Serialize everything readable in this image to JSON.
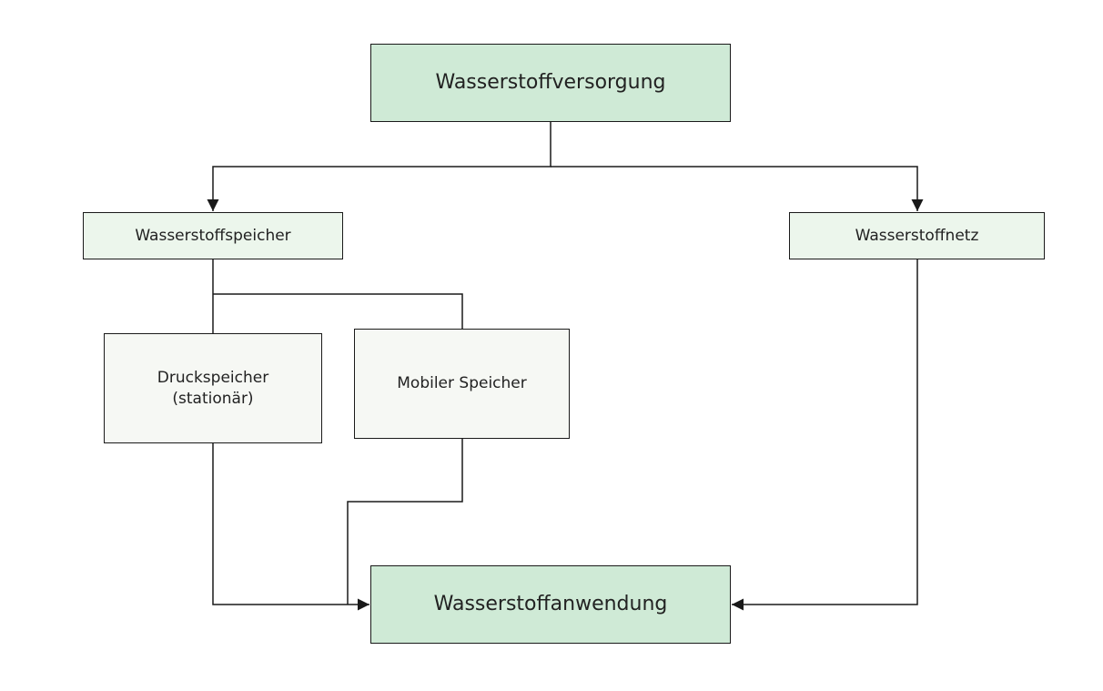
{
  "diagram": {
    "nodes": {
      "versorgung": {
        "label": "Wasserstoffversorgung"
      },
      "speicher": {
        "label": "Wasserstoffspeicher"
      },
      "netz": {
        "label": "Wasserstoffnetz"
      },
      "druck": {
        "label": "Druckspeicher\n(stationär)"
      },
      "mobil": {
        "label": "Mobiler Speicher"
      },
      "anwendung": {
        "label": "Wasserstoffanwendung"
      }
    },
    "edges": [
      {
        "from": "versorgung",
        "to": "speicher",
        "arrow": true
      },
      {
        "from": "versorgung",
        "to": "netz",
        "arrow": true
      },
      {
        "from": "speicher",
        "to": "druck",
        "arrow": false
      },
      {
        "from": "speicher",
        "to": "mobil",
        "arrow": false
      },
      {
        "from": "druck",
        "to": "anwendung",
        "arrow": true
      },
      {
        "from": "mobil",
        "to": "anwendung",
        "arrow": false
      },
      {
        "from": "netz",
        "to": "anwendung",
        "arrow": true
      }
    ],
    "colors": {
      "main_fill": "#cfead6",
      "mid_fill": "#ecf6ec",
      "sub_fill": "#f6f8f4",
      "line": "#1a1a1a"
    }
  }
}
